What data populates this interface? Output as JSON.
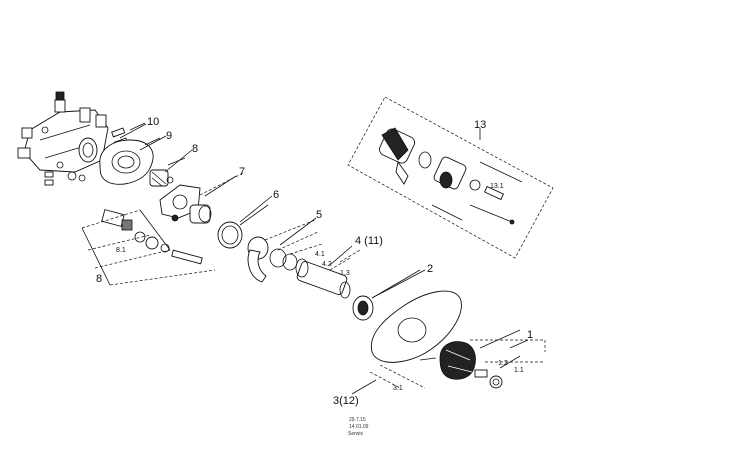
{
  "diagram": {
    "callouts": {
      "p1": "1",
      "p1_1": "1.1",
      "p1_2": "1.2",
      "p2": "2",
      "p3": "3(12)",
      "p3_1": "3.1",
      "p4": "4 (11)",
      "p4_1": "4.1",
      "p4_2": "4.2",
      "p4_3": "1.3",
      "p5": "5",
      "p6": "6",
      "p7": "7",
      "p8_top": "8",
      "p8_bottom": "8",
      "p8_1": "8.1",
      "p9": "9",
      "p10": "10",
      "p13": "13",
      "p13_1": "13.1"
    },
    "footer": {
      "line1": "29.7.15",
      "line2": "14.01.09",
      "line3": "Serwis"
    }
  }
}
